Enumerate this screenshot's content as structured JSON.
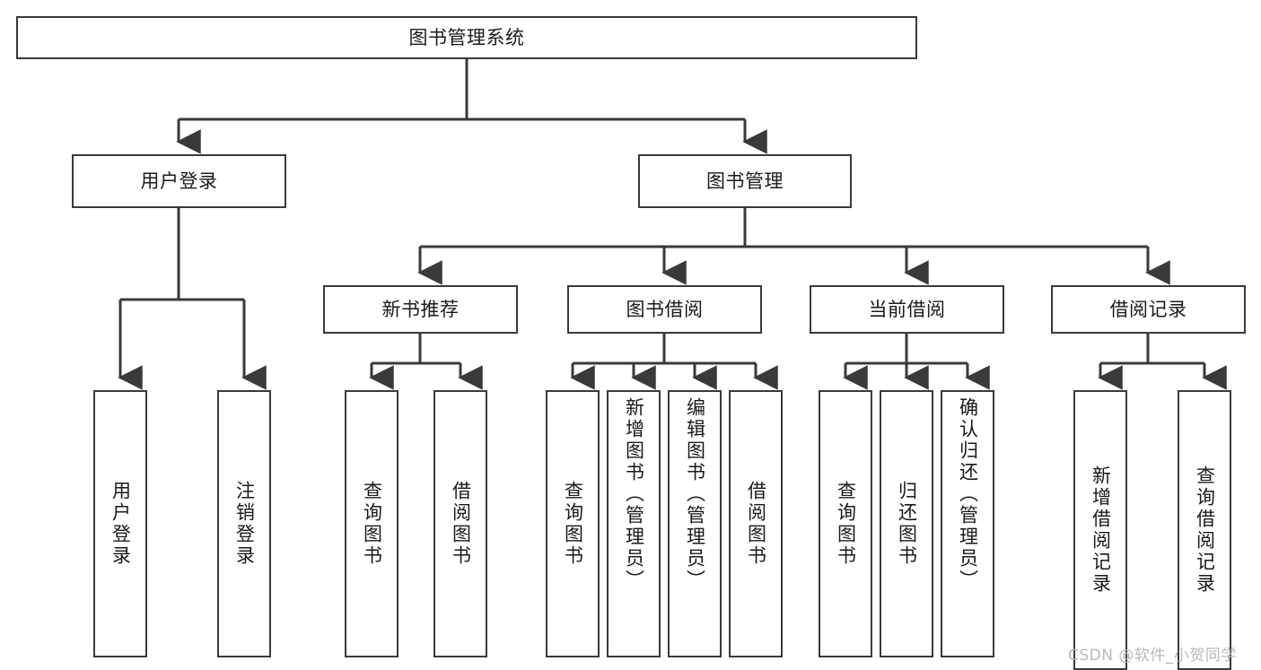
{
  "diagram": {
    "title": "图书管理系统",
    "type": "tree-hierarchy-chart",
    "watermark": "CSDN @软件_小贺同学",
    "line_color": "#3a3a3a",
    "box_fill": "#ffffff",
    "text_color": "#1a1a1a",
    "nodes": {
      "root": "图书管理系统",
      "level2": {
        "user_login": "用户登录",
        "book_manage": "图书管理"
      },
      "level3": {
        "new_book_recommend": "新书推荐",
        "book_borrow": "图书借阅",
        "current_borrow": "当前借阅",
        "borrow_record": "借阅记录"
      },
      "leaves": {
        "user_login_1": "用户登录",
        "user_login_2": "注销登录",
        "recommend_1": "查询图书",
        "recommend_2": "借阅图书",
        "borrow_1": "查询图书",
        "borrow_2": "新增图书（管理员）",
        "borrow_3": "编辑图书（管理员）",
        "borrow_4": "借阅图书",
        "current_1": "查询图书",
        "current_2": "归还图书",
        "current_3": "确认归还（管理员）",
        "record_1": "新增借阅记录",
        "record_2": "查询借阅记录"
      }
    }
  }
}
